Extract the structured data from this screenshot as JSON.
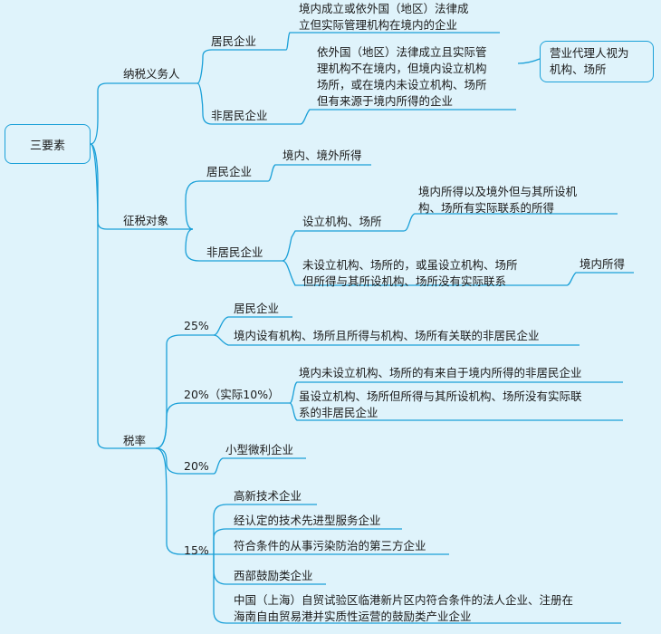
{
  "root": "三要素",
  "taxpayer": {
    "label": "纳税义务人",
    "resident": "居民企业",
    "resident_def": "境内成立或依外国（地区）法律成\n立但实际管理机构在境内的企业",
    "nonresident": "非居民企业",
    "nonresident_def": "依外国（地区）法律成立且实际管\n理机构不在境内，但境内设立机构\n场所，或在境内未设立机构、场所\n但有来源于境内所得的企业",
    "callout": "营业代理人视为\n机构、场所"
  },
  "object": {
    "label": "征税对象",
    "resident": "居民企业",
    "resident_scope": "境内、境外所得",
    "nonresident": "非居民企业",
    "established": "设立机构、场所",
    "established_scope": "境内所得以及境外但与其所设机\n构、场所有实际联系的所得",
    "not_established": "未设立机构、场所的，或虽设立机构、场所\n但所得与其所设机构、场所没有实际联系",
    "not_established_scope": "境内所得"
  },
  "rate": {
    "label": "税率",
    "r25": "25%",
    "r25_items": [
      "居民企业",
      "境内设有机构、场所且所得与机构、场所有关联的非居民企业"
    ],
    "r20_actual10": "20%（实际10%）",
    "r20_actual10_items": [
      "境内未设立机构、场所的有来自于境内所得的非居民企业",
      "虽设立机构、场所但所得与其所设机构、场所没有实际联\n系的非居民企业"
    ],
    "r20": "20%",
    "r20_items": [
      "小型微利企业"
    ],
    "r15": "15%",
    "r15_items": [
      "高新技术企业",
      "经认定的技术先进型服务企业",
      "符合条件的从事污染防治的第三方企业",
      "西部鼓励类企业",
      "中国（上海）自贸试验区临港新片区内符合条件的法人企业、注册在\n海南自由贸易港并实质性运营的鼓励类产业企业"
    ]
  }
}
